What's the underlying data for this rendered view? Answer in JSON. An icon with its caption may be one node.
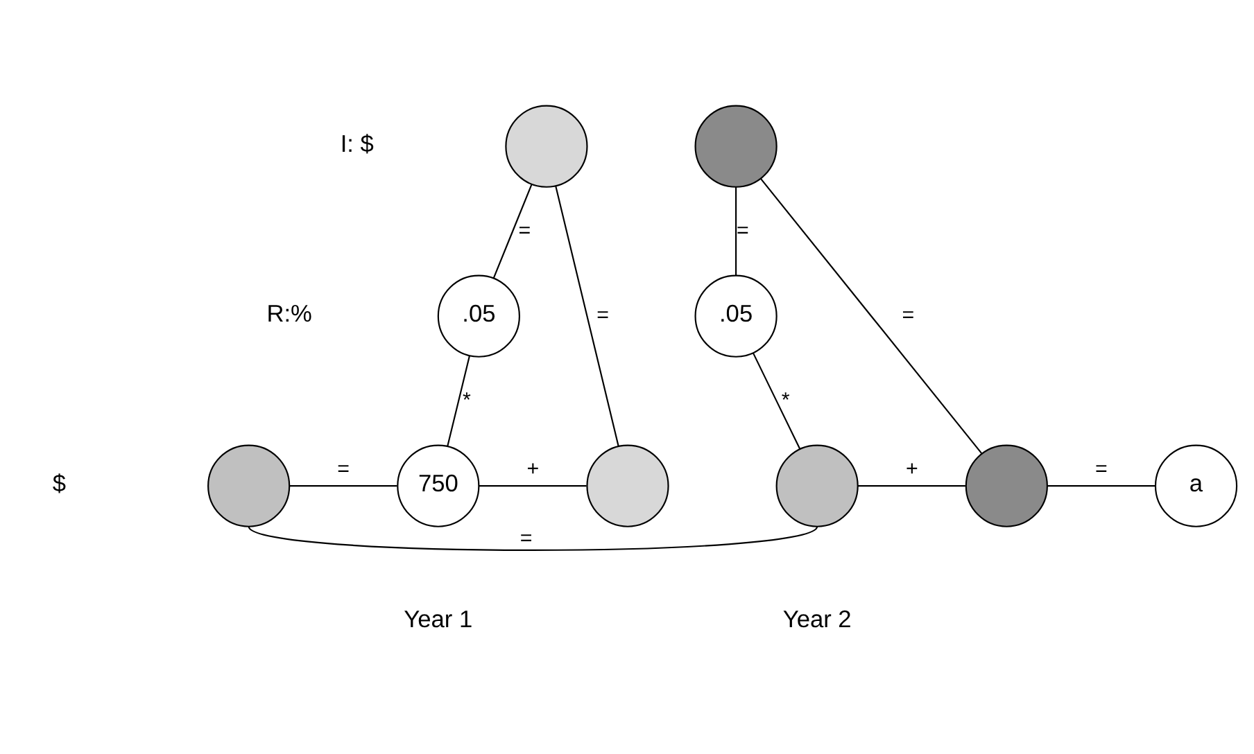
{
  "diagram": {
    "nodes": [
      {
        "text": [],
        "shape": "circle"
      },
      {
        "text": [
          ".05"
        ]
      },
      {
        "text": [],
        "shape": "circle"
      },
      {
        "text": [
          "750"
        ]
      },
      {
        "text": [],
        "shape": "circle"
      },
      {
        "text": [],
        "shape": "circle"
      },
      {
        "text": [
          ".05"
        ]
      },
      {
        "text": [],
        "shape": "circle"
      },
      {
        "text": [],
        "shape": "circle"
      },
      {
        "text": [
          "a"
        ]
      }
    ],
    "edges": [
      {
        "from": 0,
        "to": 1,
        "arrow": "none",
        "label": "="
      },
      {
        "from": 1,
        "to": 3,
        "arrow": "none",
        "label": "*"
      },
      {
        "from": 2,
        "to": 3,
        "arrow": "none",
        "label": "="
      },
      {
        "from": 3,
        "to": 4,
        "arrow": "none",
        "label": "+"
      },
      {
        "from": 0,
        "to": 4,
        "arrow": "none",
        "label": "="
      },
      {
        "from": 5,
        "to": 6,
        "arrow": "none",
        "label": "="
      },
      {
        "from": 6,
        "to": 7,
        "arrow": "none",
        "label": "*"
      },
      {
        "from": 7,
        "to": 8,
        "arrow": "none",
        "label": "+"
      },
      {
        "from": 5,
        "to": 8,
        "arrow": "none",
        "label": "="
      },
      {
        "from": 8,
        "to": 9,
        "arrow": "none",
        "label": "="
      },
      {
        "from": 2,
        "to": 7,
        "arrow": "none",
        "label": "="
      }
    ],
    "labels": [
      "I: $",
      "R:%",
      "$",
      "Year 1",
      "Year 2"
    ]
  }
}
